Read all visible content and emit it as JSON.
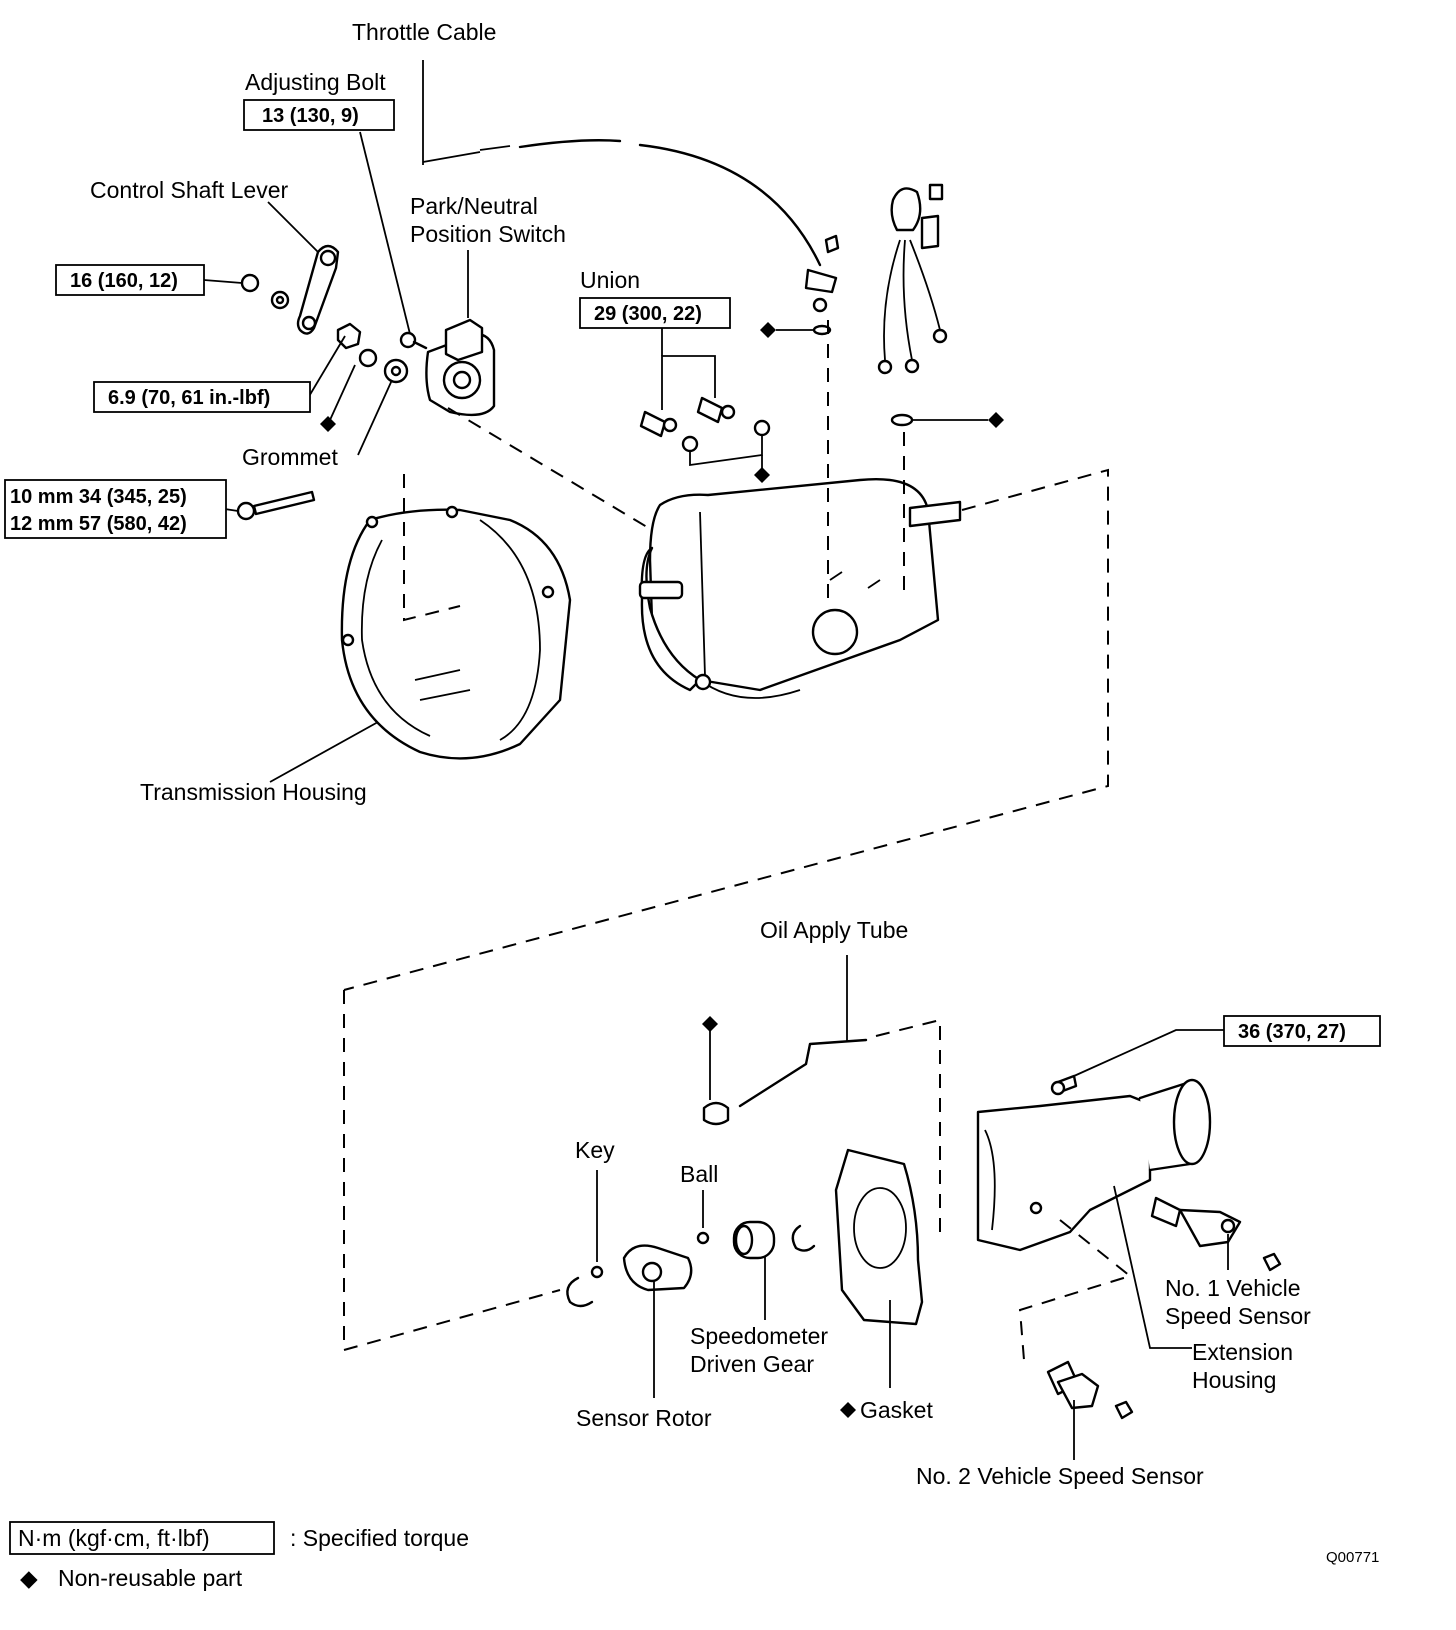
{
  "labels": {
    "throttle_cable": "Throttle Cable",
    "adjusting_bolt": "Adjusting Bolt",
    "control_shaft_lever": "Control Shaft Lever",
    "park_neutral_1": "Park/Neutral",
    "park_neutral_2": "Position Switch",
    "union": "Union",
    "grommet": "Grommet",
    "transmission_housing": "Transmission Housing",
    "oil_apply_tube": "Oil Apply Tube",
    "key": "Key",
    "ball": "Ball",
    "speedometer_1": "Speedometer",
    "speedometer_2": "Driven Gear",
    "sensor_rotor": "Sensor Rotor",
    "gasket": "Gasket",
    "no1_sensor_1": "No. 1 Vehicle",
    "no1_sensor_2": "Speed Sensor",
    "extension_1": "Extension",
    "extension_2": "Housing",
    "no2_sensor": "No. 2 Vehicle Speed Sensor"
  },
  "torques": {
    "adjusting_bolt": "13 (130, 9)",
    "lever_nut": "16 (160, 12)",
    "switch_nut": "6.9 (70, 61 in.-lbf)",
    "union": "29 (300, 22)",
    "housing_bolt_10": "10 mm 34 (345, 25)",
    "housing_bolt_12": "12 mm 57 (580, 42)",
    "extension_bolt": "36 (370, 27)"
  },
  "legend": {
    "torque_units": "N·m (kgf·cm, ft·lbf)",
    "torque_desc": ": Specified torque",
    "nonreusable_symbol": "◆",
    "nonreusable_desc": "Non-reusable part"
  },
  "figure_code": "Q00771"
}
